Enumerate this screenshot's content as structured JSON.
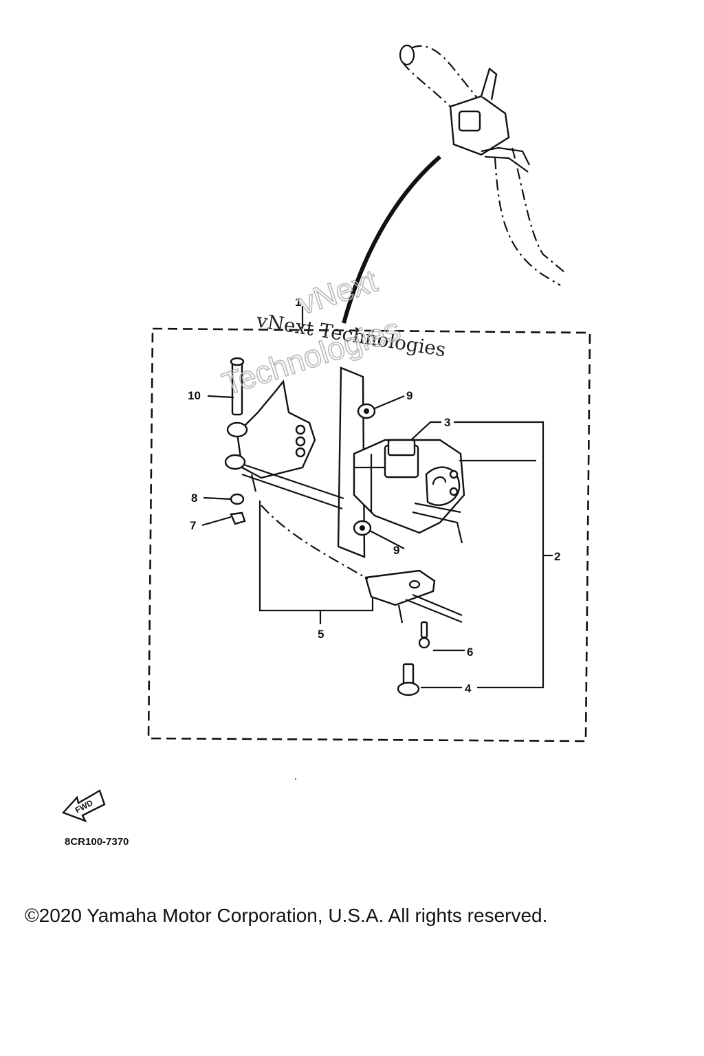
{
  "diagram": {
    "callouts": {
      "c1": "1",
      "c2": "2",
      "c3": "3",
      "c4": "4",
      "c5": "5",
      "c6": "6",
      "c7": "7",
      "c8": "8",
      "c9a": "9",
      "c9b": "9",
      "c10": "10"
    },
    "fwd_label": "FWD",
    "diagram_code": "8CR100-7370"
  },
  "watermark": {
    "line_serif": "vNext Technologies",
    "line_a": "vNext",
    "line_b": "Technologies"
  },
  "footer": {
    "copyright": "©2020 Yamaha Motor Corporation, U.S.A. All rights reserved."
  }
}
